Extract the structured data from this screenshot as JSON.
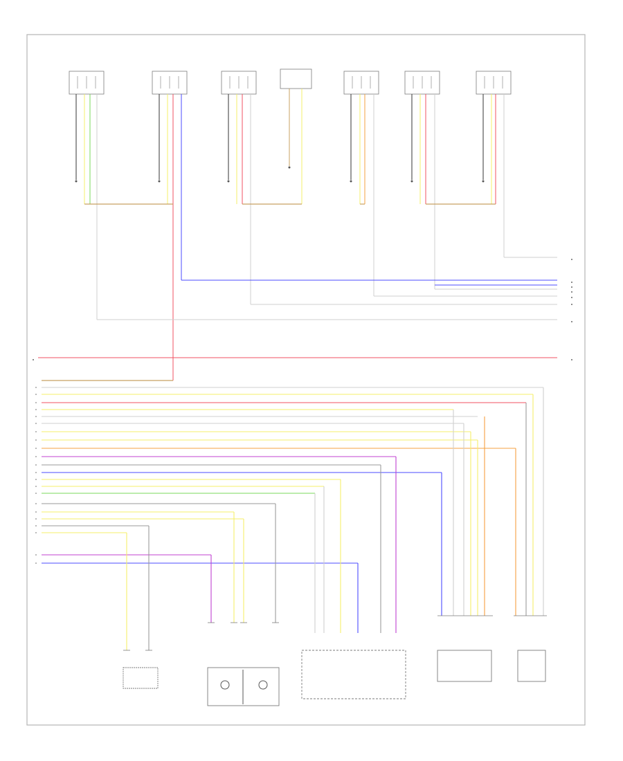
{
  "diagram": {
    "footer_code": ""
  },
  "colors": {
    "frame": "#b5b5b5",
    "component_outline": "#7a7a7a",
    "wire_white": "#cfcfcf",
    "wire_red": "#f05060",
    "wire_blue": "#4b4bff",
    "wire_yellow": "#f5ef6a",
    "wire_green": "#7ad85a",
    "wire_orange": "#f5a040",
    "wire_violet": "#c040d0",
    "wire_grey": "#9a9a9a",
    "wire_brown_red": "#c8a060"
  },
  "components": [
    {
      "id": "top-sensor-1"
    },
    {
      "id": "top-sensor-2"
    },
    {
      "id": "top-sensor-3"
    },
    {
      "id": "top-sensor-4"
    },
    {
      "id": "top-sensor-5"
    },
    {
      "id": "top-sensor-6"
    },
    {
      "id": "top-sensor-7"
    },
    {
      "id": "bottom-switch-1"
    },
    {
      "id": "bottom-pump-2"
    },
    {
      "id": "bottom-module-3"
    },
    {
      "id": "bottom-sensor-4"
    },
    {
      "id": "bottom-sensor-5"
    }
  ]
}
